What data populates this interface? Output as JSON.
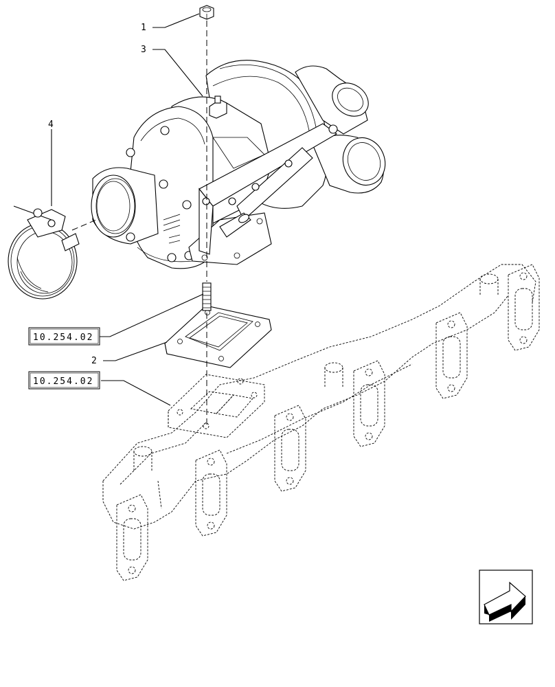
{
  "callouts": {
    "nut": "1",
    "gasket": "2",
    "turbocharger": "3",
    "clamp": "4"
  },
  "references": {
    "upper": "10.254.02",
    "lower": "10.254.02"
  },
  "icons": {
    "nav_arrow": "back-arrow-icon"
  }
}
